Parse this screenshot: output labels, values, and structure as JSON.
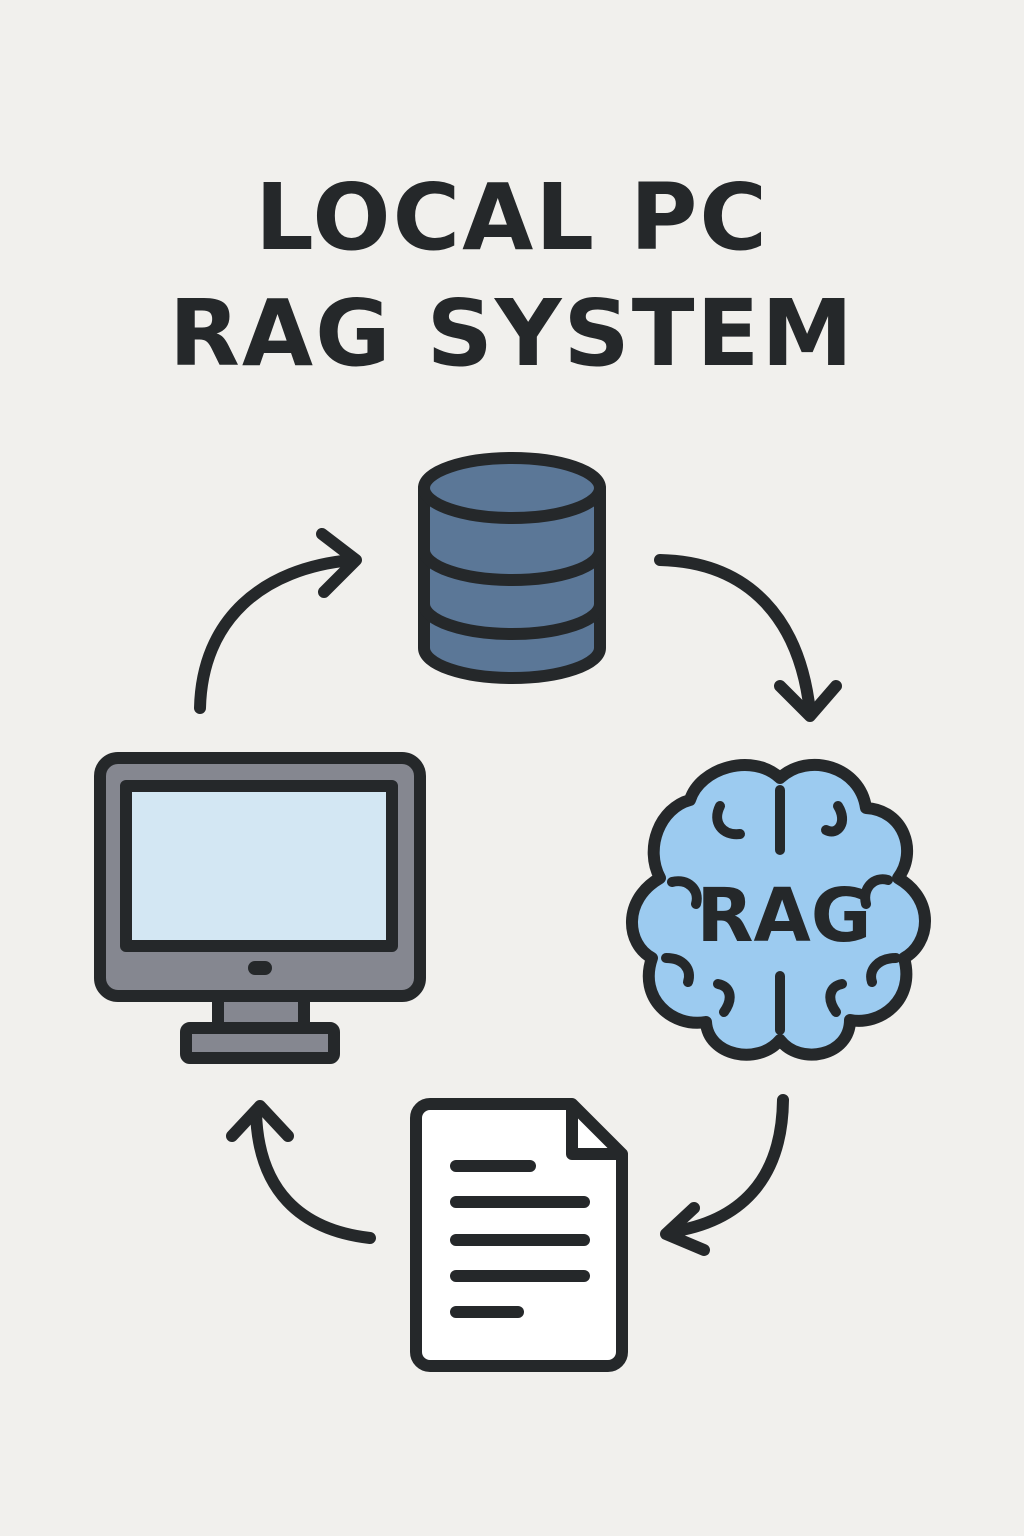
{
  "title": {
    "line1": "LOCAL PC",
    "line2": "RAG SYSTEM"
  },
  "nodes": {
    "database": {
      "icon": "database-icon",
      "fill": "#5b7797"
    },
    "rag": {
      "icon": "brain-icon",
      "label": "RAG",
      "fill": "#9ccbf0"
    },
    "document": {
      "icon": "document-icon",
      "fill": "#ffffff"
    },
    "computer": {
      "icon": "monitor-icon",
      "body": "#858790",
      "screen": "#d3e7f3"
    }
  },
  "colors": {
    "background": "#f1f0ed",
    "ink": "#25282a"
  }
}
